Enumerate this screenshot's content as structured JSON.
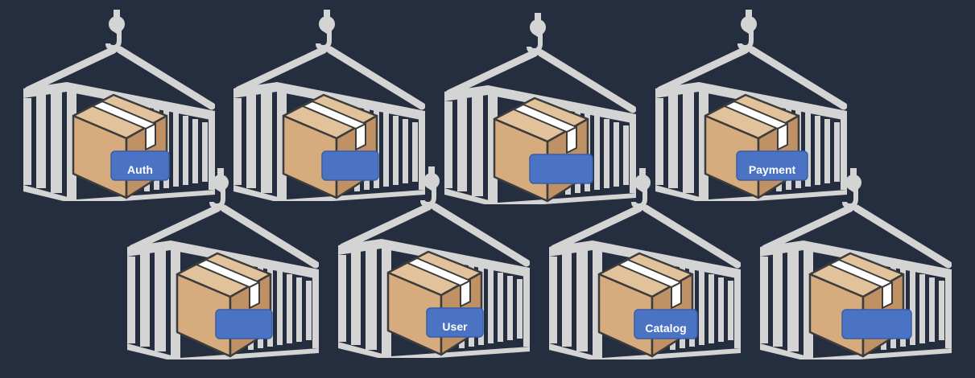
{
  "colors": {
    "background": "#252e3e",
    "container": "#d4d4d4",
    "box_front": "#d6ab7e",
    "box_side": "#bf9164",
    "box_top": "#e2c29a",
    "tape": "#ffffff",
    "outline": "#3c3c3c",
    "label_fill": "#4a73c4",
    "label_stroke": "#3a5ea3",
    "label_text": "#ffffff"
  },
  "containers": [
    {
      "label": ""
    },
    {
      "label": ""
    },
    {
      "label": ""
    },
    {
      "label": ""
    },
    {
      "label": ""
    },
    {
      "label": ""
    },
    {
      "label": ""
    },
    {
      "label": ""
    }
  ],
  "labels": {
    "auth": "Auth",
    "payment": "Payment",
    "user": "User",
    "catalog": "Catalog"
  }
}
